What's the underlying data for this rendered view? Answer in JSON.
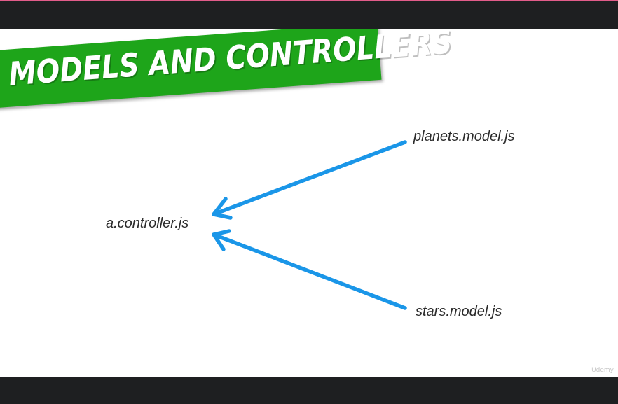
{
  "slide": {
    "title": "MODELS AND CONTROLLERS",
    "nodes": {
      "controller": "a.controller.js",
      "planets_model": "planets.model.js",
      "stars_model": "stars.model.js"
    },
    "watermark": "Udemy"
  },
  "colors": {
    "banner": "#1ea51a",
    "arrow": "#1a96e8",
    "frame": "#1e1f21",
    "slide_background": "#ffffff",
    "text": "#2b2b2b"
  }
}
